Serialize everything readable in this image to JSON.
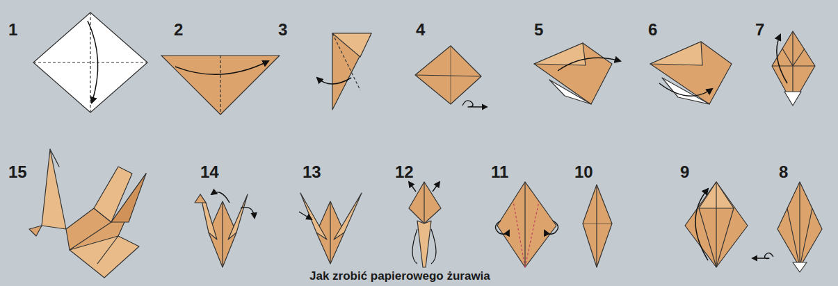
{
  "diagram": {
    "caption": "Jak zrobić papierowego żurawia",
    "labels": [
      "1",
      "2",
      "3",
      "4",
      "5",
      "6",
      "7",
      "15",
      "14",
      "13",
      "12",
      "11",
      "10",
      "9",
      "8"
    ]
  }
}
